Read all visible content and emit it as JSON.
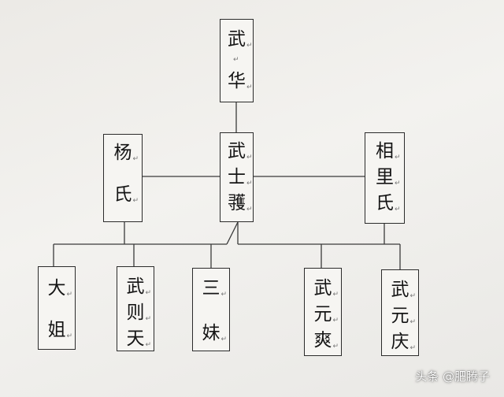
{
  "nodes": {
    "wu_hua": [
      "武",
      "华"
    ],
    "wu_shihuo": [
      "武",
      "士",
      "彟"
    ],
    "yang_shi": [
      "杨",
      "氏"
    ],
    "xiangli_shi": [
      "相",
      "里",
      "氏"
    ],
    "da_jie": [
      "大",
      "姐"
    ],
    "wu_zetian": [
      "武",
      "则",
      "天"
    ],
    "san_mei": [
      "三",
      "妹"
    ],
    "wu_yuanshuang": [
      "武",
      "元",
      "爽"
    ],
    "wu_yuanqing": [
      "武",
      "元",
      "庆"
    ]
  },
  "watermark": "头条 @肥腾子"
}
